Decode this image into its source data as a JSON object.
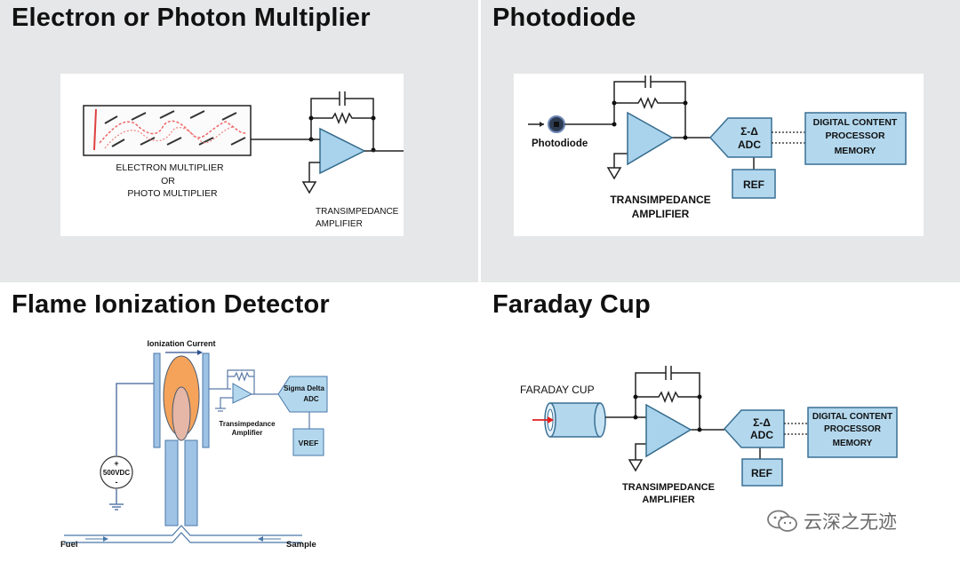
{
  "quadrants": {
    "electron_multiplier": {
      "title": "Electron or Photon Multiplier",
      "labels": [
        "ELECTRON MULTIPLIER",
        "OR",
        "PHOTO MULTIPLIER"
      ],
      "amp_label": [
        "TRANSIMPEDANCE",
        "AMPLIFIER"
      ]
    },
    "photodiode": {
      "title": "Photodiode",
      "sensor_label": "Photodiode",
      "adc_label": [
        "Σ-Δ",
        "ADC"
      ],
      "ref_label": "REF",
      "processor_label": [
        "DIGITAL CONTENT",
        "PROCESSOR",
        "MEMORY"
      ],
      "amp_label": [
        "TRANSIMPEDANCE",
        "AMPLIFIER"
      ]
    },
    "fid": {
      "title": "Flame Ionization  Detector",
      "current_label": "Ionization Current",
      "adc_label": [
        "Sigma Delta",
        "ADC"
      ],
      "vref_label": "VREF",
      "amp_label": [
        "Transimpedance",
        "Amplifier"
      ],
      "voltage_label": "500VDC",
      "fuel_label": "Fuel",
      "sample_label": "Sample"
    },
    "faraday": {
      "title": "Faraday Cup",
      "sensor_label": "FARADAY CUP",
      "adc_label": [
        "Σ-Δ",
        "ADC"
      ],
      "ref_label": "REF",
      "processor_label": [
        "DIGITAL CONTENT",
        "PROCESSOR",
        "MEMORY"
      ],
      "amp_label": [
        "TRANSIMPEDANCE",
        "AMPLIFIER"
      ]
    }
  },
  "watermark": {
    "text": "云深之无迹",
    "icon": "wechat-icon"
  }
}
